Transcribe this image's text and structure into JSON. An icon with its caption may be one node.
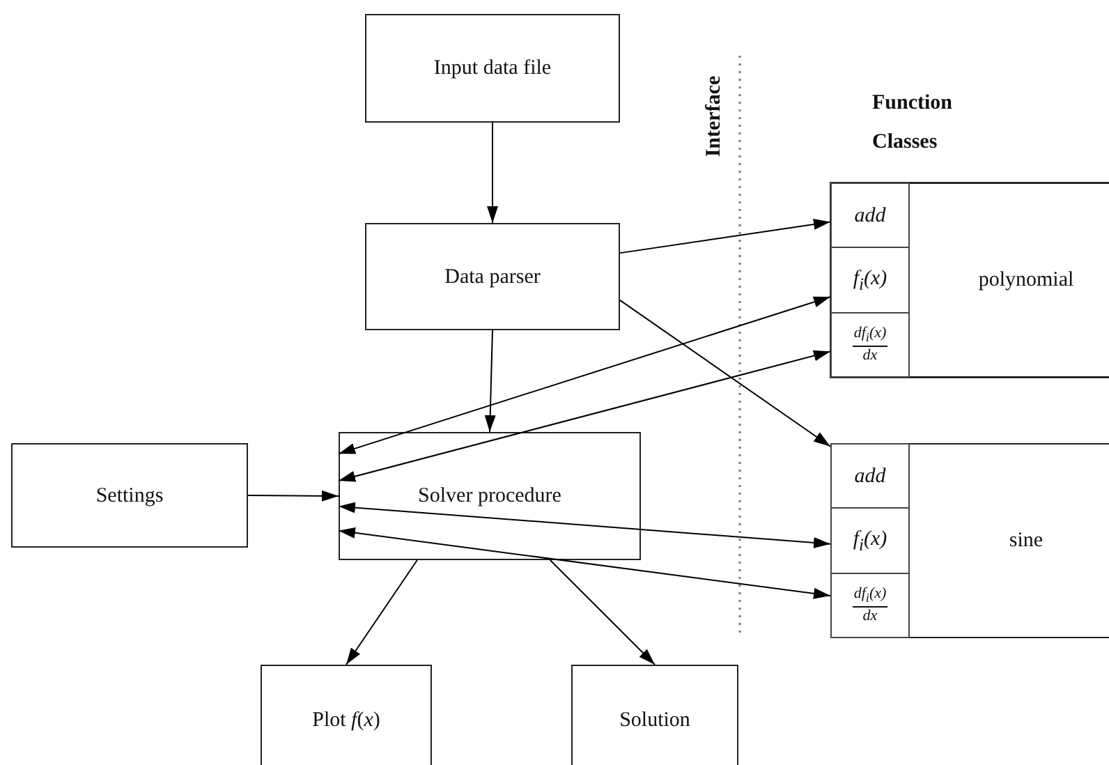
{
  "diagram": {
    "nodes": [
      {
        "text": [
          "Input data file"
        ]
      },
      {
        "text": [
          "Data parser"
        ]
      },
      {
        "text": [
          "Settings"
        ]
      },
      {
        "text": [
          "Solver procedure"
        ]
      },
      {
        "text": [
          "Plot *f*(*x*)"
        ]
      },
      {
        "text": [
          "Solution"
        ]
      },
      {
        "text": [
          "polynomial"
        ]
      },
      {
        "text": [
          "add"
        ],
        "in": 6
      },
      {
        "text": [
          "f$_{i}$(x)"
        ],
        "in": 6
      },
      {
        "text": [
          "df$_{i}$(x)",
          "dx"
        ],
        "in": 6
      },
      {
        "text": [
          "sine"
        ]
      },
      {
        "text": [
          "add"
        ],
        "in": 10
      },
      {
        "text": [
          "f$_{i}$(x)"
        ],
        "in": 10
      },
      {
        "text": [
          "df$_{i}$(x)",
          "dx"
        ],
        "in": 10
      }
    ],
    "edges": [
      {
        "from": 0,
        "to": 1,
        "arrow": "to"
      },
      {
        "from": 1,
        "to": 3,
        "arrow": "to"
      },
      {
        "from": 2,
        "to": 3,
        "arrow": "to"
      },
      {
        "from": 3,
        "to": 4,
        "arrow": "to"
      },
      {
        "from": 3,
        "to": 5,
        "arrow": "to"
      },
      {
        "from": 1,
        "to": 7,
        "arrow": "to"
      },
      {
        "from": 1,
        "to": 11,
        "arrow": "to"
      },
      {
        "from": 3,
        "to": 8,
        "arrow": "both"
      },
      {
        "from": 3,
        "to": 9,
        "arrow": "both"
      },
      {
        "from": 3,
        "to": 12,
        "arrow": "both"
      },
      {
        "from": 3,
        "to": 13,
        "arrow": "both"
      }
    ],
    "labels": [
      "Interface",
      "Function Classes"
    ]
  }
}
